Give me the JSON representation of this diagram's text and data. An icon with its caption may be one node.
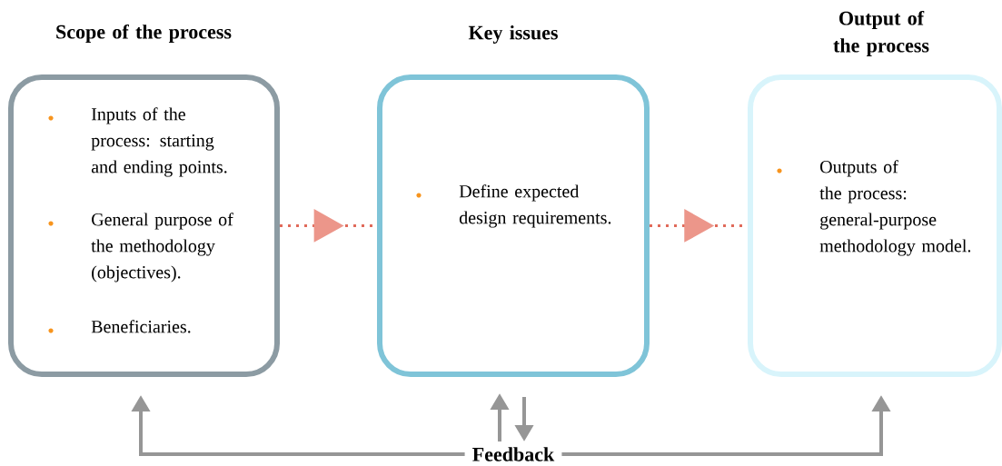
{
  "diagram": {
    "nodes": [
      {
        "text": [
          "Scope of the process",
          "Inputs of the process: starting and ending points.",
          "General purpose of the methodology (objectives).",
          "Beneficiaries."
        ]
      },
      {
        "text": [
          "Key issues",
          "Define expected design requirements."
        ]
      },
      {
        "text": [
          "Output of the process",
          "Outputs of the process: general-purpose methodology model."
        ]
      },
      {
        "text": [
          "Feedback"
        ]
      }
    ],
    "edges": [
      {
        "from": 0,
        "to": 1,
        "arrow": "to",
        "style": "dashed",
        "color": "#e06a5a"
      },
      {
        "from": 1,
        "to": 2,
        "arrow": "to",
        "style": "dashed",
        "color": "#e06a5a"
      },
      {
        "from": 3,
        "to": 0,
        "arrow": "to"
      },
      {
        "from": 3,
        "to": 1,
        "arrow": "to"
      },
      {
        "from": 1,
        "to": 3,
        "arrow": "to"
      },
      {
        "from": 3,
        "to": 2,
        "arrow": "to"
      }
    ]
  }
}
